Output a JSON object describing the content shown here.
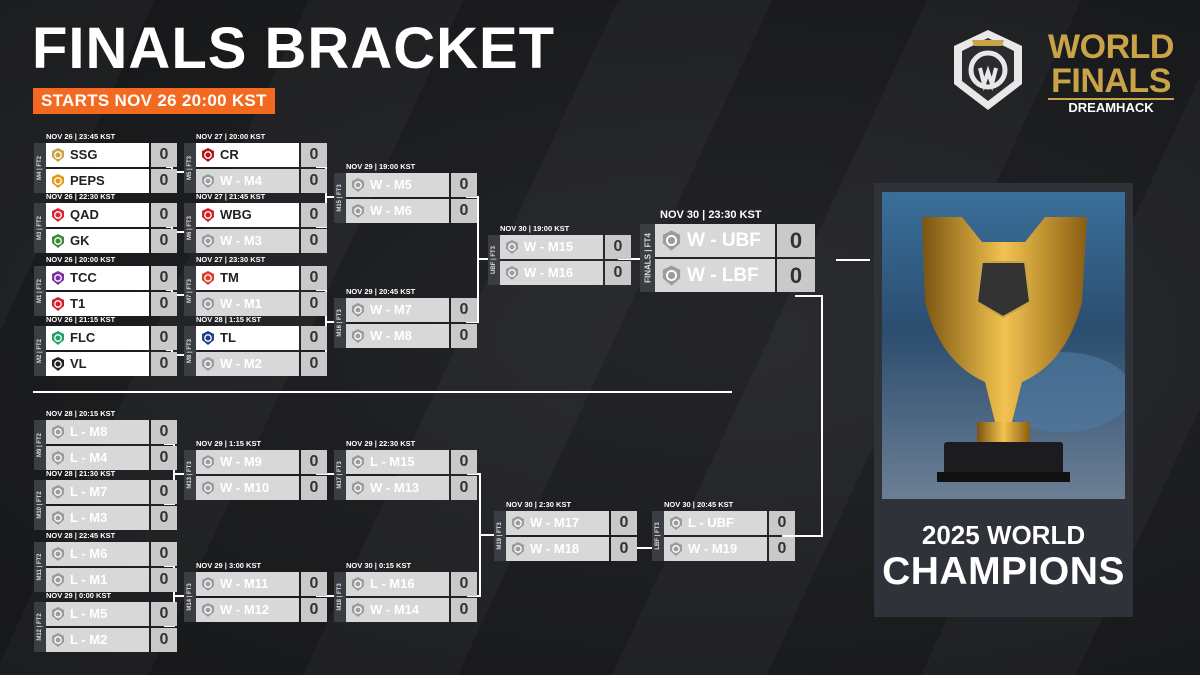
{
  "header": {
    "title": "FINALS BRACKET",
    "starts": "STARTS NOV 26 20:00 KST"
  },
  "brand": {
    "line1": "WORLD",
    "line2": "FINALS",
    "line3": "DREAMHACK"
  },
  "champions": {
    "line1": "2025 WORLD",
    "line2": "CHAMPIONS"
  },
  "colors": {
    "accent": "#f2691f",
    "gold": "#c9a347",
    "panel": "#2f3238"
  },
  "matches": {
    "m4": {
      "label": "M4 | FT2",
      "time": "NOV 26 | 23:45 KST",
      "t1": "SSG",
      "s1": "0",
      "t2": "PEPS",
      "s2": "0"
    },
    "m3": {
      "label": "M3 | FT2",
      "time": "NOV 26 | 22:30 KST",
      "t1": "QAD",
      "s1": "0",
      "t2": "GK",
      "s2": "0"
    },
    "m1": {
      "label": "M1 | FT2",
      "time": "NOV 26 | 20:00 KST",
      "t1": "TCC",
      "s1": "0",
      "t2": "T1",
      "s2": "0"
    },
    "m2": {
      "label": "M2 | FT2",
      "time": "NOV 26 | 21:15 KST",
      "t1": "FLC",
      "s1": "0",
      "t2": "VL",
      "s2": "0"
    },
    "m5": {
      "label": "M5 | FT3",
      "time": "NOV 27 | 20:00 KST",
      "t1": "CR",
      "s1": "0",
      "t2": "W - M4",
      "s2": "0"
    },
    "m6": {
      "label": "M6 | FT3",
      "time": "NOV 27 | 21:45 KST",
      "t1": "WBG",
      "s1": "0",
      "t2": "W - M3",
      "s2": "0"
    },
    "m7": {
      "label": "M7 | FT3",
      "time": "NOV 27 | 23:30 KST",
      "t1": "TM",
      "s1": "0",
      "t2": "W - M1",
      "s2": "0"
    },
    "m8": {
      "label": "M8 | FT3",
      "time": "NOV 28 | 1:15 KST",
      "t1": "TL",
      "s1": "0",
      "t2": "W - M2",
      "s2": "0"
    },
    "m15": {
      "label": "M15 | FT3",
      "time": "NOV 29 | 19:00 KST",
      "t1": "W - M5",
      "s1": "0",
      "t2": "W - M6",
      "s2": "0"
    },
    "m16": {
      "label": "M16 | FT3",
      "time": "NOV 29 | 20:45 KST",
      "t1": "W - M7",
      "s1": "0",
      "t2": "W - M8",
      "s2": "0"
    },
    "ubf": {
      "label": "UBF | FT3",
      "time": "NOV 30 | 19:00 KST",
      "t1": "W - M15",
      "s1": "0",
      "t2": "W - M16",
      "s2": "0"
    },
    "finals": {
      "label": "FINALS | FT4",
      "time": "NOV 30 | 23:30 KST",
      "t1": "W - UBF",
      "s1": "0",
      "t2": "W - LBF",
      "s2": "0"
    },
    "m9": {
      "label": "M9 | FT2",
      "time": "NOV 28 | 20:15 KST",
      "t1": "L - M8",
      "s1": "0",
      "t2": "L - M4",
      "s2": "0"
    },
    "m10": {
      "label": "M10 | FT2",
      "time": "NOV 28 | 21:30 KST",
      "t1": "L - M7",
      "s1": "0",
      "t2": "L - M3",
      "s2": "0"
    },
    "m11": {
      "label": "M11 | FT2",
      "time": "NOV 28 | 22:45 KST",
      "t1": "L - M6",
      "s1": "0",
      "t2": "L - M1",
      "s2": "0"
    },
    "m12": {
      "label": "M12 | FT2",
      "time": "NOV 29 | 0:00 KST",
      "t1": "L - M5",
      "s1": "0",
      "t2": "L - M2",
      "s2": "0"
    },
    "m13": {
      "label": "M13 | FT3",
      "time": "NOV 29 | 1:15 KST",
      "t1": "W - M9",
      "s1": "0",
      "t2": "W - M10",
      "s2": "0"
    },
    "m14": {
      "label": "M14 | FT3",
      "time": "NOV 29 | 3:00 KST",
      "t1": "W - M11",
      "s1": "0",
      "t2": "W - M12",
      "s2": "0"
    },
    "m17": {
      "label": "M17 | FT3",
      "time": "NOV 29 | 22:30 KST",
      "t1": "L - M15",
      "s1": "0",
      "t2": "W - M13",
      "s2": "0"
    },
    "m18": {
      "label": "M18 | FT3",
      "time": "NOV 30 | 0:15 KST",
      "t1": "L - M16",
      "s1": "0",
      "t2": "W - M14",
      "s2": "0"
    },
    "m19": {
      "label": "M19 | FT3",
      "time": "NOV 30 | 2:30 KST",
      "t1": "W - M17",
      "s1": "0",
      "t2": "W - M18",
      "s2": "0"
    },
    "lbf": {
      "label": "LBF | FT3",
      "time": "NOV 30 | 20:45 KST",
      "t1": "L - UBF",
      "s1": "0",
      "t2": "W - M19",
      "s2": "0"
    }
  }
}
